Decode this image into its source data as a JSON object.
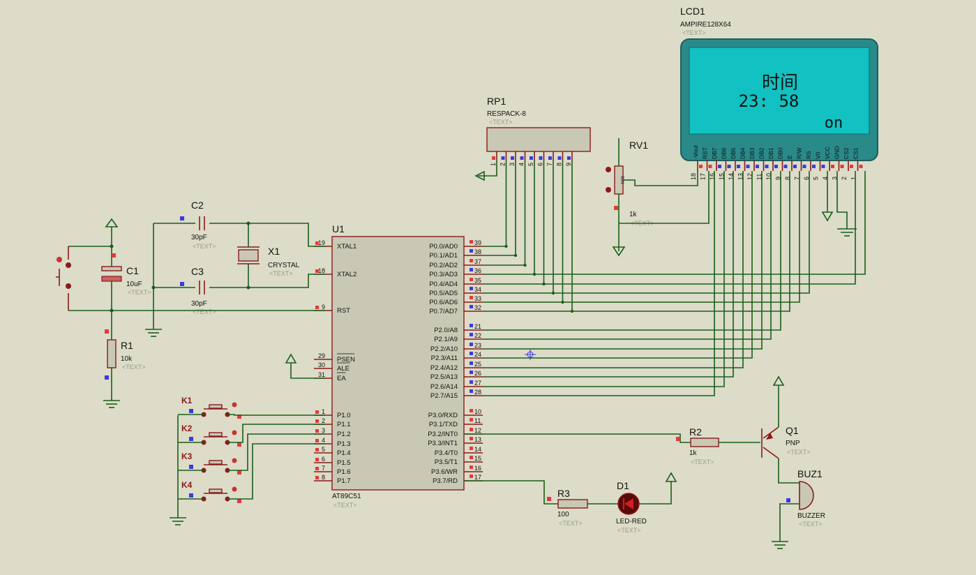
{
  "components": {
    "lcd": {
      "ref": "LCD1",
      "value": "AMPIRE128X64",
      "text": "<TEXT>",
      "screen": {
        "line1": "时间",
        "line2": "23: 58",
        "line3": "on"
      },
      "pins": [
        "-Vout",
        "RST",
        "DB7",
        "DB6",
        "DB5",
        "DB4",
        "DB3",
        "DB2",
        "DB1",
        "DB0",
        "E",
        "R/W",
        "RS",
        "V0",
        "VCC",
        "GND",
        "CS2",
        "CS1"
      ],
      "pin_numbers": [
        "18",
        "17",
        "16",
        "15",
        "14",
        "13",
        "12",
        "11",
        "10",
        "9",
        "8",
        "7",
        "6",
        "5",
        "4",
        "3",
        "2",
        "1"
      ]
    },
    "rp1": {
      "ref": "RP1",
      "value": "RESPACK-8",
      "text": "<TEXT>",
      "pin_numbers": [
        "1",
        "2",
        "3",
        "4",
        "5",
        "6",
        "7",
        "8",
        "9"
      ]
    },
    "rv1": {
      "ref": "RV1",
      "value": "1k",
      "text": "<TEXT>",
      "body": "50%"
    },
    "u1": {
      "ref": "U1",
      "value": "AT89C51",
      "text": "<TEXT>",
      "left_pins": [
        {
          "n": "19",
          "name": "XTAL1"
        },
        {
          "n": "18",
          "name": "XTAL2"
        },
        {
          "n": "9",
          "name": "RST"
        },
        {
          "n": "29",
          "name": "PSEN"
        },
        {
          "n": "30",
          "name": "ALE"
        },
        {
          "n": "31",
          "name": "EA"
        },
        {
          "n": "1",
          "name": "P1.0"
        },
        {
          "n": "2",
          "name": "P1.1"
        },
        {
          "n": "3",
          "name": "P1.2"
        },
        {
          "n": "4",
          "name": "P1.3"
        },
        {
          "n": "5",
          "name": "P1.4"
        },
        {
          "n": "6",
          "name": "P1.5"
        },
        {
          "n": "7",
          "name": "P1.6"
        },
        {
          "n": "8",
          "name": "P1.7"
        }
      ],
      "right_pins": [
        {
          "n": "39",
          "name": "P0.0/AD0"
        },
        {
          "n": "38",
          "name": "P0.1/AD1"
        },
        {
          "n": "37",
          "name": "P0.2/AD2"
        },
        {
          "n": "36",
          "name": "P0.3/AD3"
        },
        {
          "n": "35",
          "name": "P0.4/AD4"
        },
        {
          "n": "34",
          "name": "P0.5/AD5"
        },
        {
          "n": "33",
          "name": "P0.6/AD6"
        },
        {
          "n": "32",
          "name": "P0.7/AD7"
        },
        {
          "n": "21",
          "name": "P2.0/A8"
        },
        {
          "n": "22",
          "name": "P2.1/A9"
        },
        {
          "n": "23",
          "name": "P2.2/A10"
        },
        {
          "n": "24",
          "name": "P2.3/A11"
        },
        {
          "n": "25",
          "name": "P2.4/A12"
        },
        {
          "n": "26",
          "name": "P2.5/A13"
        },
        {
          "n": "27",
          "name": "P2.6/A14"
        },
        {
          "n": "28",
          "name": "P2.7/A15"
        },
        {
          "n": "10",
          "name": "P3.0/RXD"
        },
        {
          "n": "11",
          "name": "P3.1/TXD"
        },
        {
          "n": "12",
          "name": "P3.2/INT0"
        },
        {
          "n": "13",
          "name": "P3.3/INT1"
        },
        {
          "n": "14",
          "name": "P3.4/T0"
        },
        {
          "n": "15",
          "name": "P3.5/T1"
        },
        {
          "n": "16",
          "name": "P3.6/WR"
        },
        {
          "n": "17",
          "name": "P3.7/RD"
        }
      ]
    },
    "c1": {
      "ref": "C1",
      "value": "10uF",
      "text": "<TEXT>"
    },
    "c2": {
      "ref": "C2",
      "value": "30pF",
      "text": "<TEXT>"
    },
    "c3": {
      "ref": "C3",
      "value": "30pF",
      "text": "<TEXT>"
    },
    "x1": {
      "ref": "X1",
      "value": "CRYSTAL",
      "text": "<TEXT>"
    },
    "r1": {
      "ref": "R1",
      "value": "10k",
      "text": "<TEXT>"
    },
    "r2": {
      "ref": "R2",
      "value": "1k",
      "text": "<TEXT>"
    },
    "r3": {
      "ref": "R3",
      "value": "100",
      "text": "<TEXT>"
    },
    "q1": {
      "ref": "Q1",
      "value": "PNP",
      "text": "<TEXT>"
    },
    "d1": {
      "ref": "D1",
      "value": "LED-RED",
      "text": "<TEXT>"
    },
    "buz1": {
      "ref": "BUZ1",
      "value": "BUZZER",
      "text": "<TEXT>"
    },
    "keys": [
      "K1",
      "K2",
      "K3",
      "K4"
    ]
  },
  "colors": {
    "background": "#dcdcc8",
    "wire": "#1a5e1a",
    "component": "#8b1a1a",
    "lcd_screen": "#12c1c1",
    "lcd_frame": "#2a8a8a"
  }
}
